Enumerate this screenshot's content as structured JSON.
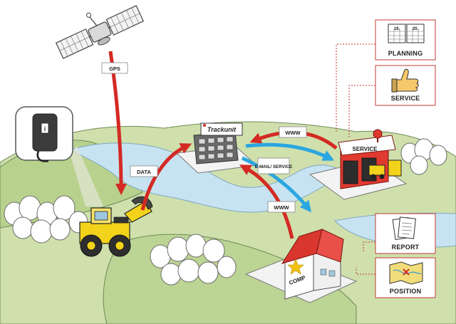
{
  "labels": {
    "gps": "GPS",
    "data": "DATA",
    "www_top": "WWW",
    "email_service": "E-MAIL/ SERVICE",
    "www_bottom": "WWW",
    "trackunit": "Trackunit",
    "service_sign": "SERVICE",
    "comp": "COMP"
  },
  "cards": {
    "planning": {
      "label": "PLANNING",
      "day1": "19.",
      "day2": "20."
    },
    "service": {
      "label": "SERVICE"
    },
    "report": {
      "label": "REPORT"
    },
    "position": {
      "label": "POSITION"
    }
  },
  "colors": {
    "land": "#cfe0ad",
    "hills": "#b8d28e",
    "water": "#c7e3f2",
    "red_arrow": "#d42a24",
    "blue_arrow": "#2aa6e0",
    "connector": "#c23b35",
    "machine_yellow": "#f2d21b"
  },
  "icons": {
    "satellite": "satellite-icon",
    "gps_unit": "gps-tracker-device-icon",
    "loader": "wheel-loader-icon",
    "hq": "trackunit-office-building-icon",
    "service_station": "service-station-icon",
    "company": "company-house-icon",
    "planning": "calendar-icon",
    "service": "thumbs-up-icon",
    "report": "documents-icon",
    "position": "map-icon"
  }
}
